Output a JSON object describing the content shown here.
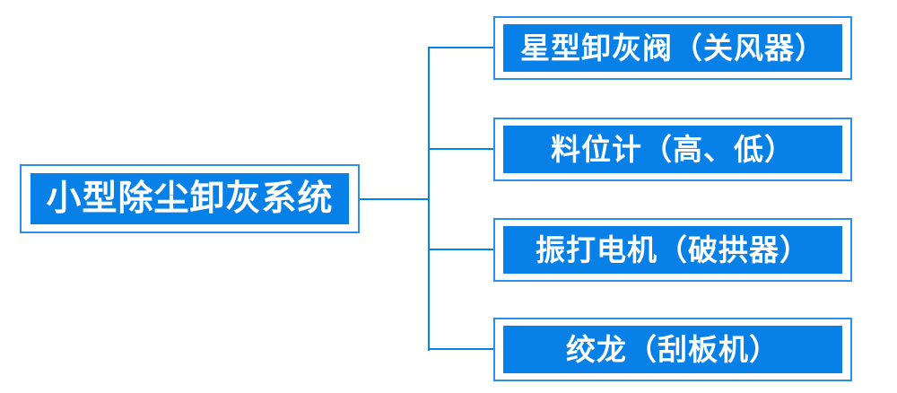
{
  "colors": {
    "primary_blue": "#0780E8",
    "node_border_blue": "#2B90EC",
    "background": "#FFFFFF",
    "node_text": "#FFFFFF"
  },
  "mindmap": {
    "root": {
      "label": "小型除尘卸灰系统"
    },
    "children": [
      {
        "label": "星型卸灰阀（关风器）"
      },
      {
        "label": "料位计（高、低）"
      },
      {
        "label": "振打电机（破拱器）"
      },
      {
        "label": "绞龙（刮板机）"
      }
    ]
  }
}
